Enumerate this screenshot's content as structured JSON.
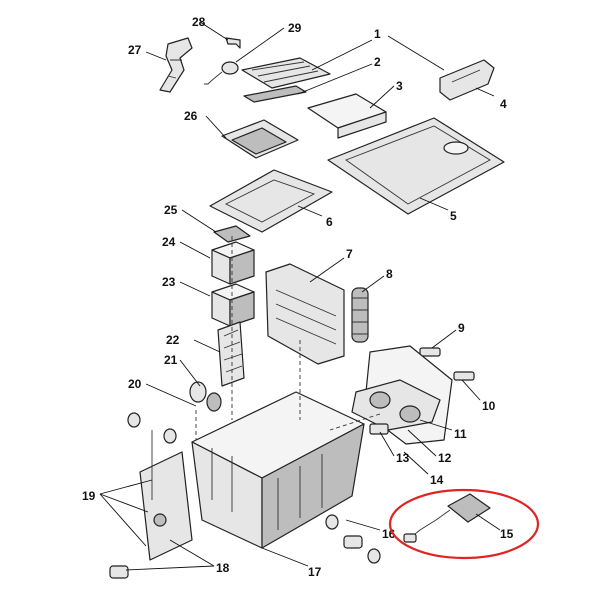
{
  "callouts": [
    "1",
    "2",
    "3",
    "4",
    "5",
    "6",
    "7",
    "8",
    "9",
    "10",
    "11",
    "12",
    "13",
    "14",
    "15",
    "16",
    "17",
    "18",
    "19",
    "20",
    "21",
    "22",
    "23",
    "24",
    "25",
    "26",
    "27",
    "28",
    "29"
  ],
  "highlight": {
    "target_callout": "15",
    "color": "#e02424"
  },
  "colors": {
    "line": "#222222",
    "part_fill": "#e6e6e6",
    "highlight": "#e02424"
  }
}
